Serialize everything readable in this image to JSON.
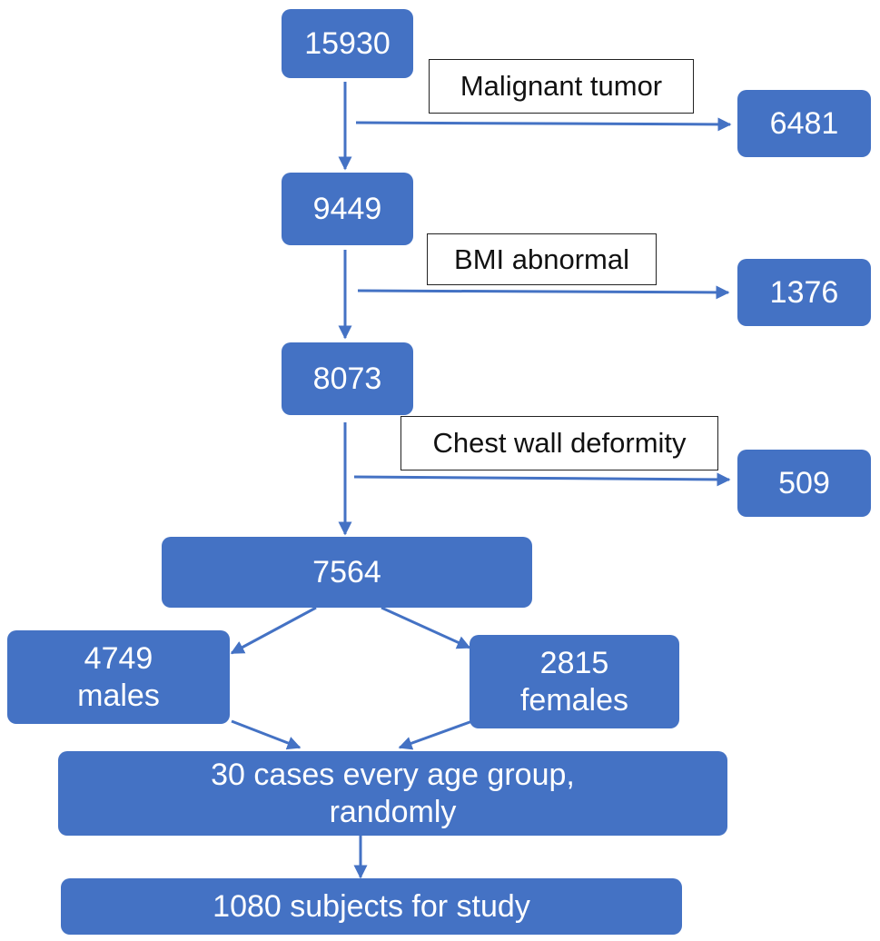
{
  "nodes": {
    "total": "15930",
    "excluded_tumor": "6481",
    "after_tumor": "9449",
    "excluded_bmi": "1376",
    "after_bmi": "8073",
    "excluded_chest": "509",
    "after_chest": "7564",
    "males_count": "4749",
    "males_label": "males",
    "females_count": "2815",
    "females_label": "females",
    "sampling_line1": "30 cases every age group,",
    "sampling_line2": "randomly",
    "final": "1080 subjects for study"
  },
  "exclusions": {
    "tumor": "Malignant tumor",
    "bmi": "BMI abnormal",
    "chest": "Chest wall deformity"
  },
  "colors": {
    "box": "#4472c4",
    "arrow": "#4472c4",
    "text_on_box": "#ffffff"
  }
}
